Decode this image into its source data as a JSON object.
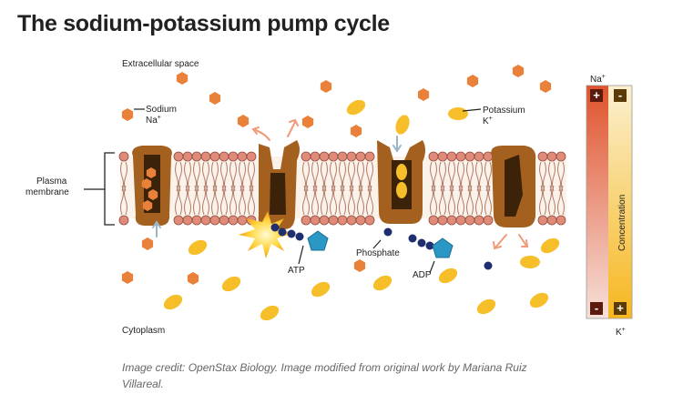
{
  "title": "The sodium-potassium pump cycle",
  "labels": {
    "extracellular": "Extracellular space",
    "sodium": "Sodium",
    "sodium_sym": "Na",
    "potassium": "Potassium",
    "potassium_sym": "K",
    "plasma": "Plasma",
    "membrane": "membrane",
    "cytoplasm": "Cytoplasm",
    "phosphate": "Phosphate",
    "atp": "ATP",
    "adp": "ADP",
    "plus": "+"
  },
  "gradient_bar": {
    "top_label": "Na",
    "bottom_label": "K",
    "axis_label": "Concentration",
    "plus": "+",
    "minus": "-",
    "sodium_color": "#e0522c",
    "potassium_color": "#f6b71f"
  },
  "colors": {
    "sodium_ion": "#e9813a",
    "potassium_ion": "#f6bf2a",
    "protein": "#a4601f",
    "protein_dark": "#3c2208",
    "phospholipid_head": "#e08a7a",
    "phosphate_bead": "#1f2e6e",
    "atp_pentagon": "#2b97c4"
  },
  "credit": "Image credit: OpenStax Biology. Image modified from original work by Mariana Ruiz Villareal."
}
